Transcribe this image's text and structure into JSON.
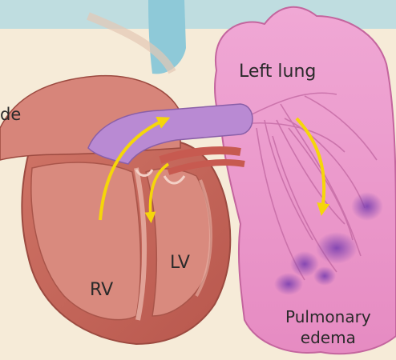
{
  "labels": {
    "side_fragment": "de",
    "left_lung": "Left lung",
    "rv": "RV",
    "lv": "LV",
    "pulmonary": "Pulmonary",
    "edema": "edema"
  },
  "icons": {
    "flow_arrow": "yellow-curved-arrow"
  },
  "colors": {
    "background": "#f6ebd8",
    "top_band": "#bfdde0",
    "lung": "#ec9ccd",
    "lung_outline": "#c4659e",
    "heart_muscle": "#c8685c",
    "heart_inner": "#d98a7e",
    "pulmonary_artery": "#b98ad3",
    "vessel_red": "#c75a50",
    "edema_patch": "#8a50b8",
    "arrow": "#f5d60a",
    "aorta_blue": "#8ec9d8"
  }
}
